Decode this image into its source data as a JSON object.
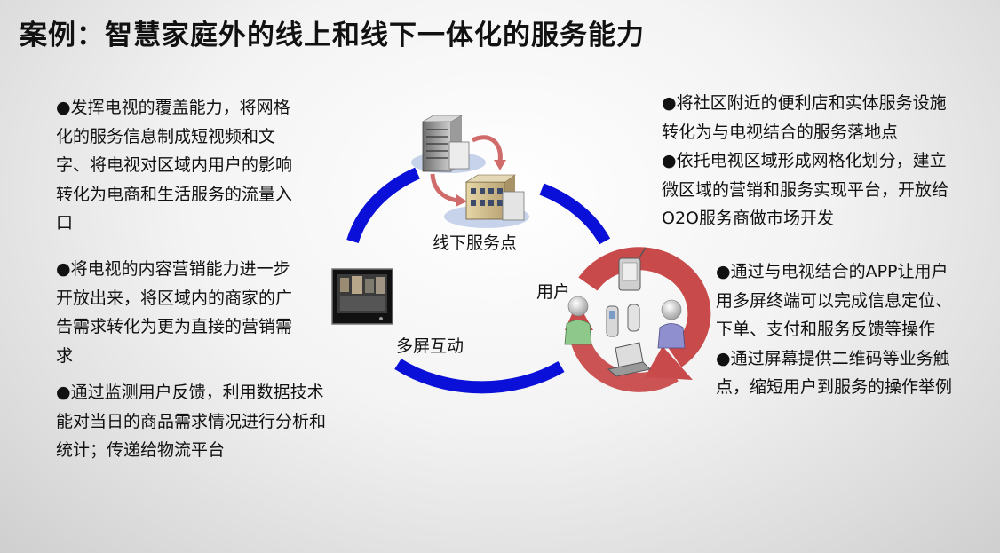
{
  "title": "案例：智慧家庭外的线上和线下一体化的服务能力",
  "left_paragraphs": [
    "●发挥电视的覆盖能力，将网格化的服务信息制成短视频和文字、将电视对区域内用户的影响转化为电商和生活服务的流量入口",
    "●将电视的内容营销能力进一步开放出来，将区域内的商家的广告需求转化为更为直接的营销需求",
    "●通过监测用户反馈，利用数据技术能对当日的商品需求情况进行分析和统计；传递给物流平台"
  ],
  "right_paragraphs": [
    "●将社区附近的便利店和实体服务设施转化为与电视结合的服务落地点",
    "●依托电视区域形成网格化划分，建立微区域的营销和服务实现平台，开放给O2O服务商做市场开发",
    "●通过与电视结合的APP让用户用多屏终端可以完成信息定位、下单、支付和服务反馈等操作",
    "●通过屏幕提供二维码等业务触点，缩短用户到服务的操作举例"
  ],
  "diagram": {
    "offline_label": "线下服务点",
    "user_label": "用户",
    "multiscreen_label": "多屏互动"
  },
  "colors": {
    "cycle_blue": "#0a10d8",
    "arrow_red": "#c94a4a"
  }
}
